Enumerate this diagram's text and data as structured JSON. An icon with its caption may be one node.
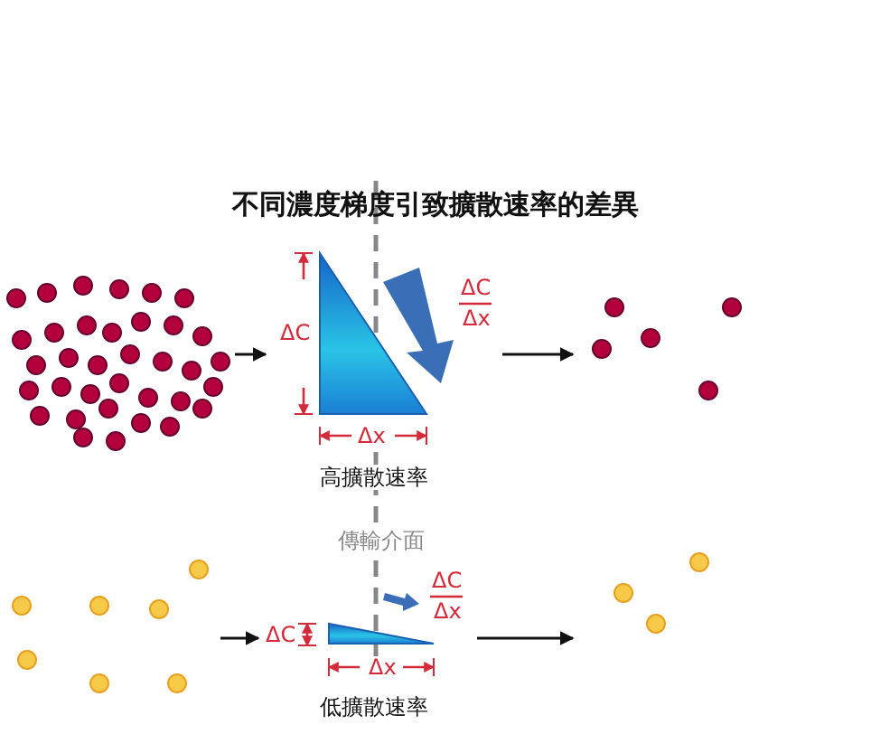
{
  "diagram": {
    "title": "不同濃度梯度引致擴散速率的差異",
    "nodes": [
      {
        "text": [],
        "shape": "picture"
      },
      {
        "text": [
          "ΔC",
          "Δx",
          "ΔC",
          "Δx",
          "高擴散速率"
        ]
      },
      {
        "text": [],
        "shape": "picture"
      },
      {
        "text": [],
        "shape": "picture"
      },
      {
        "text": [
          "ΔC",
          "Δx",
          "ΔC",
          "Δx",
          "低擴散速率"
        ]
      },
      {
        "text": [],
        "shape": "picture"
      }
    ],
    "edges": [
      {
        "from": 0,
        "to": 1,
        "arrow": "to"
      },
      {
        "from": 1,
        "to": 2,
        "arrow": "to"
      },
      {
        "from": 3,
        "to": 4,
        "arrow": "to"
      },
      {
        "from": 4,
        "to": 5,
        "arrow": "to"
      }
    ],
    "labels": [
      "傳輸介面"
    ]
  }
}
